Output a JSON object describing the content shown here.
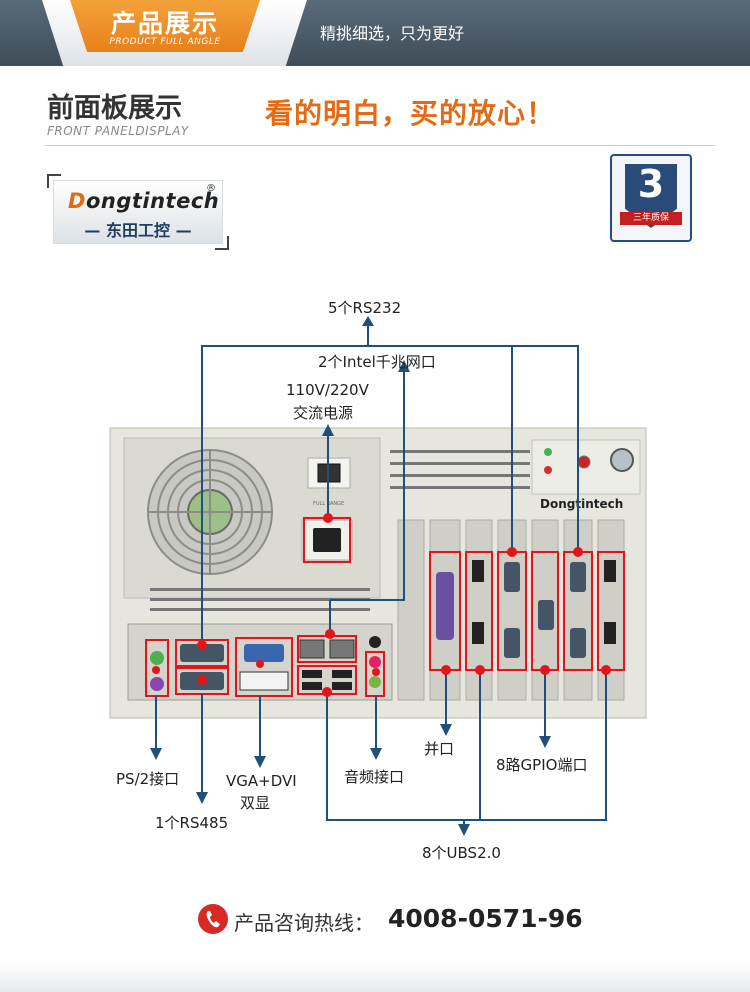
{
  "header": {
    "tab_title": "产品展示",
    "tab_subtitle": "PRODUCT FULL ANGLE",
    "tagline": "精挑细选，只为更好"
  },
  "section": {
    "title": "前面板展示",
    "subtitle": "FRONT PANELDISPLAY",
    "slogan": "看的明白，买的放心！"
  },
  "brand": {
    "logo_initial": "D",
    "logo_text": "ongtintech",
    "logo_reg": "®",
    "logo_cn": "— 东田工控 —"
  },
  "warranty": {
    "number": "3",
    "label": "三年质保"
  },
  "chassis": {
    "panel_brand": "Dongtintech",
    "psu_label": "FULL RANGE"
  },
  "annotations": {
    "rs232": "5个RS232",
    "intel_lan": "2个Intel千兆网口",
    "power_line1": "110V/220V",
    "power_line2": "交流电源",
    "ps2": "PS/2接口",
    "rs485": "1个RS485",
    "vga_line1": "VGA+DVI",
    "vga_line2": "双显",
    "audio": "音频接口",
    "parallel": "并口",
    "gpio": "8路GPIO端口",
    "usb": "8个UBS2.0"
  },
  "contact": {
    "label": "产品咨询热线：",
    "number": "4008-0571-96"
  },
  "colors": {
    "accent": "#e46a13",
    "header_bg": "#4c5b68",
    "highlight": "#e3141b",
    "line": "#1f4f7d",
    "chassis": "#e8e8e0"
  }
}
